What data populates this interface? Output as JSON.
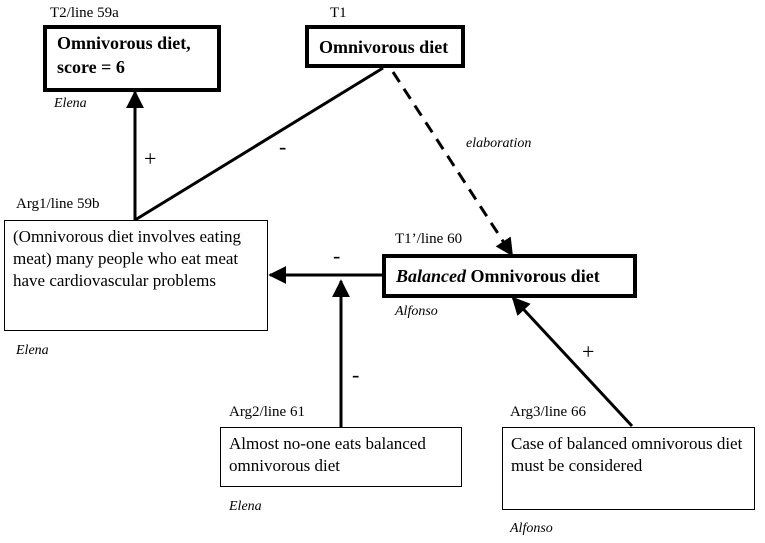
{
  "nodes": {
    "t2": {
      "id": "T2/line 59a",
      "text_line1": "Omnivorous diet,",
      "text_line2": "score = 6",
      "author": "Elena"
    },
    "t1": {
      "id": "T1",
      "text": "Omnivorous diet"
    },
    "arg1": {
      "id": "Arg1/line 59b",
      "text": "(Omnivorous diet involves eating meat) many people who eat meat have cardiovascular problems",
      "author": "Elena"
    },
    "t1p": {
      "id": "T1’/line 60",
      "text_em": "Balanced",
      "text_rest": " Omnivorous diet",
      "author": "Alfonso"
    },
    "arg2": {
      "id": "Arg2/line 61",
      "text": "Almost no-one eats balanced omnivorous diet",
      "author": "Elena"
    },
    "arg3": {
      "id": "Arg3/line 66",
      "text": "Case of balanced omnivorous diet must be considered",
      "author": "Alfonso"
    }
  },
  "edges": {
    "arg1_t2": {
      "sign": "+"
    },
    "arg1_t1": {
      "sign": "-"
    },
    "t1_t1p": {
      "label": "elaboration"
    },
    "t1p_arg1": {
      "sign": "-"
    },
    "arg2_edge": {
      "sign": "-"
    },
    "arg3_t1p": {
      "sign": "+"
    }
  }
}
